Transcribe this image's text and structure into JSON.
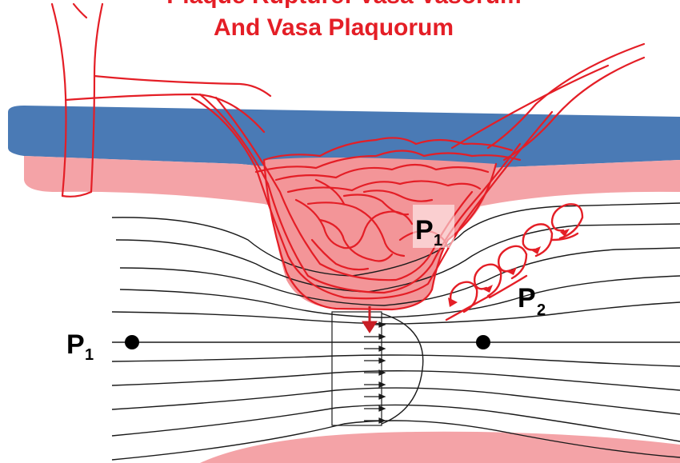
{
  "title": {
    "line1": "Plaque Rupture: Vasa Vasorum",
    "line2": "And Vasa Plaquorum"
  },
  "labels": {
    "p1_plaque": {
      "main": "P",
      "sub": "1"
    },
    "p1_lumen": {
      "main": "P",
      "sub": "1"
    },
    "p2": {
      "main": "P",
      "sub": "2"
    }
  },
  "colors": {
    "title": "#e41e26",
    "vessels": "#e41e26",
    "adventitia": "#4a7ab5",
    "media": "#f4a3a7",
    "plaque": "#f39598",
    "streamlines": "#1a1a1a"
  }
}
